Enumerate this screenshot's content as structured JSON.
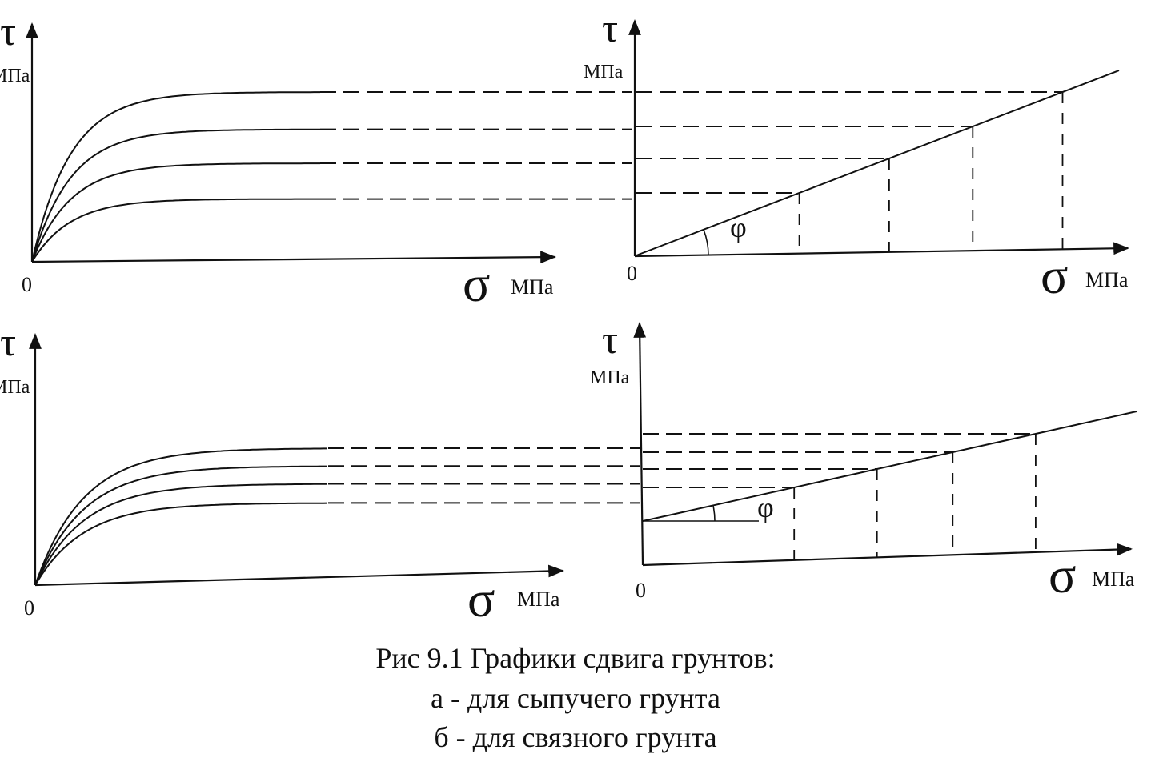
{
  "panels": [
    {
      "id": "a-left",
      "tau_symbol": "τ",
      "tau_unit": "МПа",
      "origin_label": "0",
      "sigma_symbol": "σ",
      "sigma_unit": "МПа",
      "curve_levels": [
        1.0,
        0.78,
        0.58,
        0.37
      ]
    },
    {
      "id": "a-right",
      "tau_symbol": "τ",
      "tau_unit": "МПа",
      "origin_label": "0",
      "sigma_symbol": "σ",
      "sigma_unit": "МПа",
      "angle_label": "φ",
      "intercept": 0
    },
    {
      "id": "b-left",
      "tau_symbol": "τ",
      "tau_unit": "МПа",
      "origin_label": "0",
      "sigma_symbol": "σ",
      "sigma_unit": "МПа",
      "curve_levels": [
        1.0,
        0.87,
        0.74,
        0.6
      ]
    },
    {
      "id": "b-right",
      "tau_symbol": "τ",
      "tau_unit": "МПа",
      "origin_label": "0",
      "sigma_symbol": "σ",
      "sigma_unit": "МПа",
      "angle_label": "φ",
      "intercept": 0.3
    }
  ],
  "caption": {
    "line1": "Рис 9.1 Графики сдвига грунтов:",
    "line2": "а - для сыпучего грунта",
    "line3": "б - для связного грунта"
  }
}
